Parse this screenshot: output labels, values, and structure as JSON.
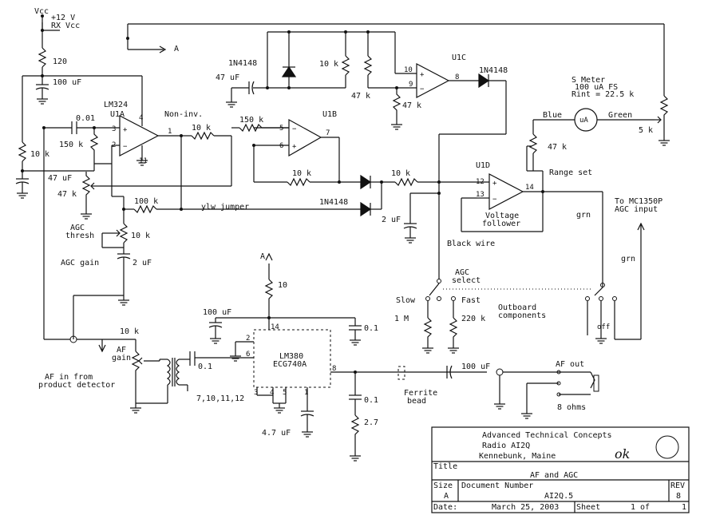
{
  "labels": {
    "vcc": "Vcc",
    "plus12": "+12 V",
    "rxvcc": "RX Vcc",
    "r120": "120",
    "c100uf_top": "100 uF",
    "lm324": "LM324",
    "u1a": "U1A",
    "noninv": "Non-inv.",
    "c001": "0.01",
    "r150k_a": "150 k",
    "r10k_left": "10 k",
    "c47uf_left": "47 uF",
    "r47k_left": "47 k",
    "agc_thresh_1": "AGC",
    "agc_thresh_2": "thresh",
    "r10k_thresh": "10 k",
    "agc_gain": "AGC gain",
    "c2uf_gain": "2 uF",
    "r100k": "100 k",
    "ylw_jumper": "ylw jumper",
    "r10k_u1a": "10 k",
    "r150k_u1b": "150 k",
    "u1b": "U1B",
    "r10k_u1b": "10 k",
    "d1n4148_top": "1N4148",
    "c47uf_top": "47 uF",
    "r10k_u1c": "10 k",
    "r47k_u1c_a": "47 k",
    "r47k_u1c_b": "47 k",
    "u1c": "U1C",
    "d1n4148_out": "1N4148",
    "d1n4148_mid": "1N4148",
    "r10k_mid": "10 k",
    "c2uf_mid": "2 uF",
    "u1d": "U1D",
    "voltage_follower_1": "Voltage",
    "voltage_follower_2": "follower",
    "smeter_1": "S Meter",
    "smeter_2": "100 uA FS",
    "smeter_3": "Rint = 22.5 k",
    "blue": "Blue",
    "green": "Green",
    "meter_ua": "uA",
    "r47k_range": "47 k",
    "r5k": "5 k",
    "range_set": "Range set",
    "to_mc1350_1": "To MC1350P",
    "to_mc1350_2": "AGC input",
    "grn_a": "grn",
    "grn_b": "grn",
    "black_wire": "Black wire",
    "agc_select_1": "AGC",
    "agc_select_2": "select",
    "slow": "Slow",
    "fast": "Fast",
    "r1m": "1 M",
    "r220k": "220 k",
    "outboard_1": "Outboard",
    "outboard_2": "components",
    "off": "off",
    "label_a_top": "A",
    "label_a_low": "A",
    "r10_low": "10",
    "c100uf_low": "100 uF",
    "c01_low_right": "0.1",
    "lm380_1": "LM380",
    "lm380_2": "ECG740A",
    "c01_in": "0.1",
    "af_gain_1": "AF",
    "af_gain_2": "gain",
    "r10k_af": "10 k",
    "af_in_1": "AF in from",
    "af_in_2": "product detector",
    "pins_list": "7,10,11,12",
    "c47uf_low": "4.7 uF",
    "c01_zobel": "0.1",
    "r27": "2.7",
    "ferrite_1": "Ferrite",
    "ferrite_2": "bead",
    "c100uf_out": "100 uF",
    "af_out": "AF out",
    "ohms8": "8 ohms",
    "pins": {
      "p1": "1",
      "p2": "2",
      "p3": "3",
      "p4": "4",
      "p5": "5",
      "p6": "6",
      "p7": "7",
      "p8": "8",
      "p9": "9",
      "p10": "10",
      "p11": "11",
      "p12": "12",
      "p13": "13",
      "p14": "14",
      "lp2": "2",
      "lp3": "3",
      "lp4": "4",
      "lp5": "5",
      "lp6": "6",
      "lp8": "8",
      "lp14": "14",
      "lp1": "1",
      "lp11": "11"
    },
    "plus": "+",
    "minus": "−"
  },
  "title_block": {
    "company": "Advanced Technical Concepts",
    "radio": "Radio   AI2Q",
    "location": "Kennebunk, Maine",
    "title_label": "Title",
    "title": "AF and AGC",
    "size_label": "Size",
    "size": "A",
    "docnum_label": "Document Number",
    "docnum": "AI2Q.5",
    "rev_label": "REV",
    "rev": "8",
    "date_label": "Date:",
    "date": "March 25, 2003",
    "sheet_label": "Sheet",
    "sheet_of": "1 of",
    "sheet_total": "1",
    "initials": "ok"
  }
}
